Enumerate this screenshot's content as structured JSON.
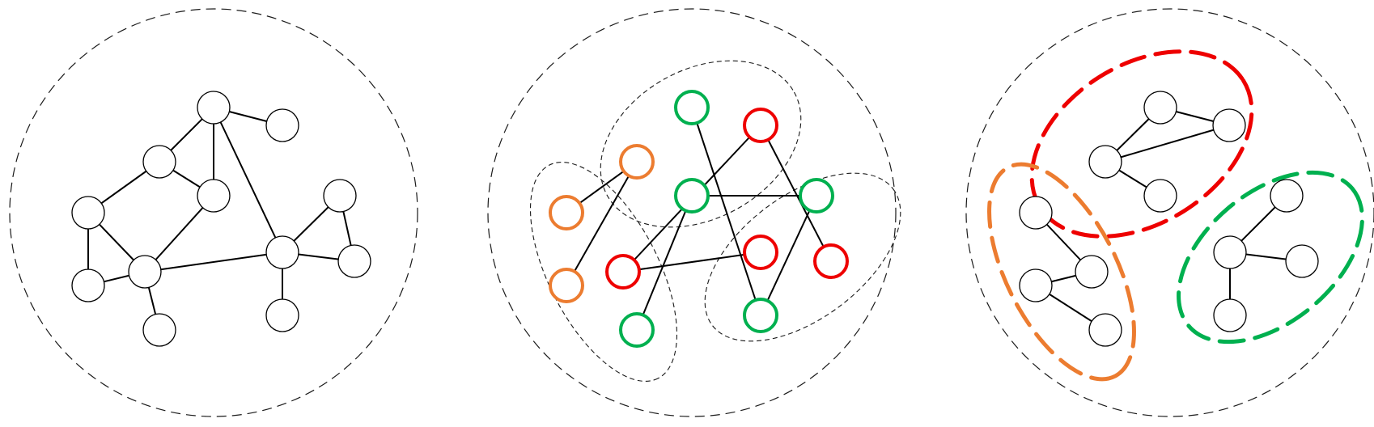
{
  "colors": {
    "orange": "#ec7c30",
    "red": "#ee0000",
    "green": "#00b04f",
    "black": "#000000"
  },
  "panels": [
    {
      "id": "panel-1",
      "description_type": "unclustered-graph",
      "nodes": [
        {
          "id": "a",
          "color": "black"
        },
        {
          "id": "b",
          "color": "black"
        },
        {
          "id": "c",
          "color": "black"
        },
        {
          "id": "d",
          "color": "black"
        },
        {
          "id": "e",
          "color": "black"
        },
        {
          "id": "f",
          "color": "black"
        },
        {
          "id": "g",
          "color": "black"
        },
        {
          "id": "h",
          "color": "black"
        },
        {
          "id": "i",
          "color": "black"
        },
        {
          "id": "j",
          "color": "black"
        },
        {
          "id": "k",
          "color": "black"
        },
        {
          "id": "l",
          "color": "black"
        }
      ],
      "edges": [
        [
          "a",
          "b"
        ],
        [
          "a",
          "c"
        ],
        [
          "a",
          "d"
        ],
        [
          "a",
          "j"
        ],
        [
          "c",
          "e"
        ],
        [
          "c",
          "d"
        ],
        [
          "e",
          "f"
        ],
        [
          "e",
          "g"
        ],
        [
          "f",
          "g"
        ],
        [
          "g",
          "h"
        ],
        [
          "g",
          "d"
        ],
        [
          "g",
          "j"
        ],
        [
          "i",
          "j"
        ],
        [
          "i",
          "k"
        ],
        [
          "j",
          "k"
        ],
        [
          "j",
          "l"
        ]
      ],
      "groups": []
    },
    {
      "id": "panel-2",
      "description_type": "mixed-membership-graph",
      "nodes": [
        {
          "id": "g1",
          "color": "green"
        },
        {
          "id": "r1",
          "color": "red"
        },
        {
          "id": "o1",
          "color": "orange"
        },
        {
          "id": "g2",
          "color": "green"
        },
        {
          "id": "g3",
          "color": "green"
        },
        {
          "id": "o2",
          "color": "orange"
        },
        {
          "id": "r2",
          "color": "red"
        },
        {
          "id": "r3",
          "color": "red"
        },
        {
          "id": "r4",
          "color": "red"
        },
        {
          "id": "o3",
          "color": "orange"
        },
        {
          "id": "g4",
          "color": "green"
        },
        {
          "id": "g5",
          "color": "green"
        }
      ],
      "edges": [
        [
          "o2",
          "o1"
        ],
        [
          "o1",
          "o3"
        ],
        [
          "g1",
          "g5"
        ],
        [
          "r1",
          "r3"
        ],
        [
          "r1",
          "r4"
        ],
        [
          "g2",
          "g3"
        ],
        [
          "g2",
          "g4"
        ],
        [
          "r2",
          "r3"
        ],
        [
          "g3",
          "g5"
        ]
      ],
      "groups": [
        "thin-dashed",
        "thin-dashed",
        "thin-dashed"
      ]
    },
    {
      "id": "panel-3",
      "description_type": "clustered-graph",
      "nodes": [
        {
          "id": "ra",
          "color": "black"
        },
        {
          "id": "rb",
          "color": "black"
        },
        {
          "id": "rc",
          "color": "black"
        },
        {
          "id": "rd",
          "color": "black"
        },
        {
          "id": "oa",
          "color": "black"
        },
        {
          "id": "ob",
          "color": "black"
        },
        {
          "id": "oc",
          "color": "black"
        },
        {
          "id": "od",
          "color": "black"
        },
        {
          "id": "ga",
          "color": "black"
        },
        {
          "id": "gb",
          "color": "black"
        },
        {
          "id": "gc",
          "color": "black"
        },
        {
          "id": "gd",
          "color": "black"
        }
      ],
      "edges": [
        [
          "ra",
          "rb"
        ],
        [
          "ra",
          "rc"
        ],
        [
          "rc",
          "rb"
        ],
        [
          "rc",
          "rd"
        ],
        [
          "oa",
          "ob"
        ],
        [
          "ob",
          "oc"
        ],
        [
          "oc",
          "od"
        ],
        [
          "ga",
          "gb"
        ],
        [
          "gb",
          "gc"
        ],
        [
          "gb",
          "gd"
        ]
      ],
      "groups": [
        "red",
        "orange",
        "green"
      ]
    }
  ]
}
